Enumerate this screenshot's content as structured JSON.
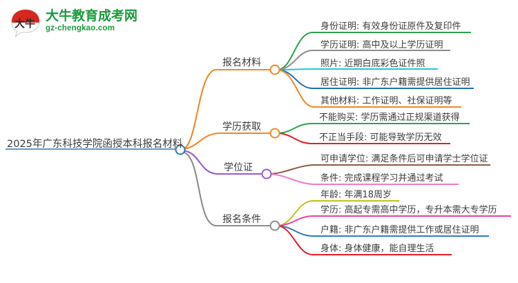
{
  "logo": {
    "mark_text": "大牛",
    "title": "大牛教育成考网",
    "subtitle": "gz-chengkao.com",
    "brand_color": "#1a9a3c",
    "mark_color": "#d7261e"
  },
  "mindmap": {
    "root": {
      "label": "2025年广东科技学院函授本科报名材料",
      "color": "#2e75b6"
    },
    "branches": [
      {
        "label": "报名材料",
        "color": "#f08722",
        "children": [
          {
            "label": "身份证明: 有效身份证原件及复印件",
            "color": "#2ea14b"
          },
          {
            "label": "学历证明: 高中及以上学历证明",
            "color": "#8c8c8c"
          },
          {
            "label": "照片: 近期白底彩色证件照",
            "color": "#21c3e6"
          },
          {
            "label": "居住证明: 非广东户籍需提供居住证明",
            "color": "#1f6fb5"
          },
          {
            "label": "其他材料: 工作证明、社保证明等",
            "color": "#f08722"
          }
        ]
      },
      {
        "label": "学历获取",
        "color": "#f08722",
        "children": [
          {
            "label": "不能购买: 学历需通过正规渠道获得",
            "color": "#2ea14b"
          },
          {
            "label": "不正当手段: 可能导致学历无效",
            "color": "#e11f26"
          }
        ]
      },
      {
        "label": "学位证",
        "color": "#9b59d0",
        "children": [
          {
            "label": "可申请学位: 满足条件后可申请学士学位证",
            "color": "#8a5a44"
          },
          {
            "label": "条件: 完成课程学习并通过考试",
            "color": "#f27bc4"
          }
        ]
      },
      {
        "label": "报名条件",
        "color": "#8c8c8c",
        "children": [
          {
            "label": "年龄: 年满18周岁",
            "color": "#c2c21c"
          },
          {
            "label": "学历: 高起专需高中学历，专升本需大专学历",
            "color": "#ee3fa8"
          },
          {
            "label": "户籍: 非广东户籍需提供工作或居住证明",
            "color": "#2e7fb8"
          },
          {
            "label": "身体: 身体健康，能自理生活",
            "color": "#e11f26"
          }
        ]
      }
    ]
  }
}
